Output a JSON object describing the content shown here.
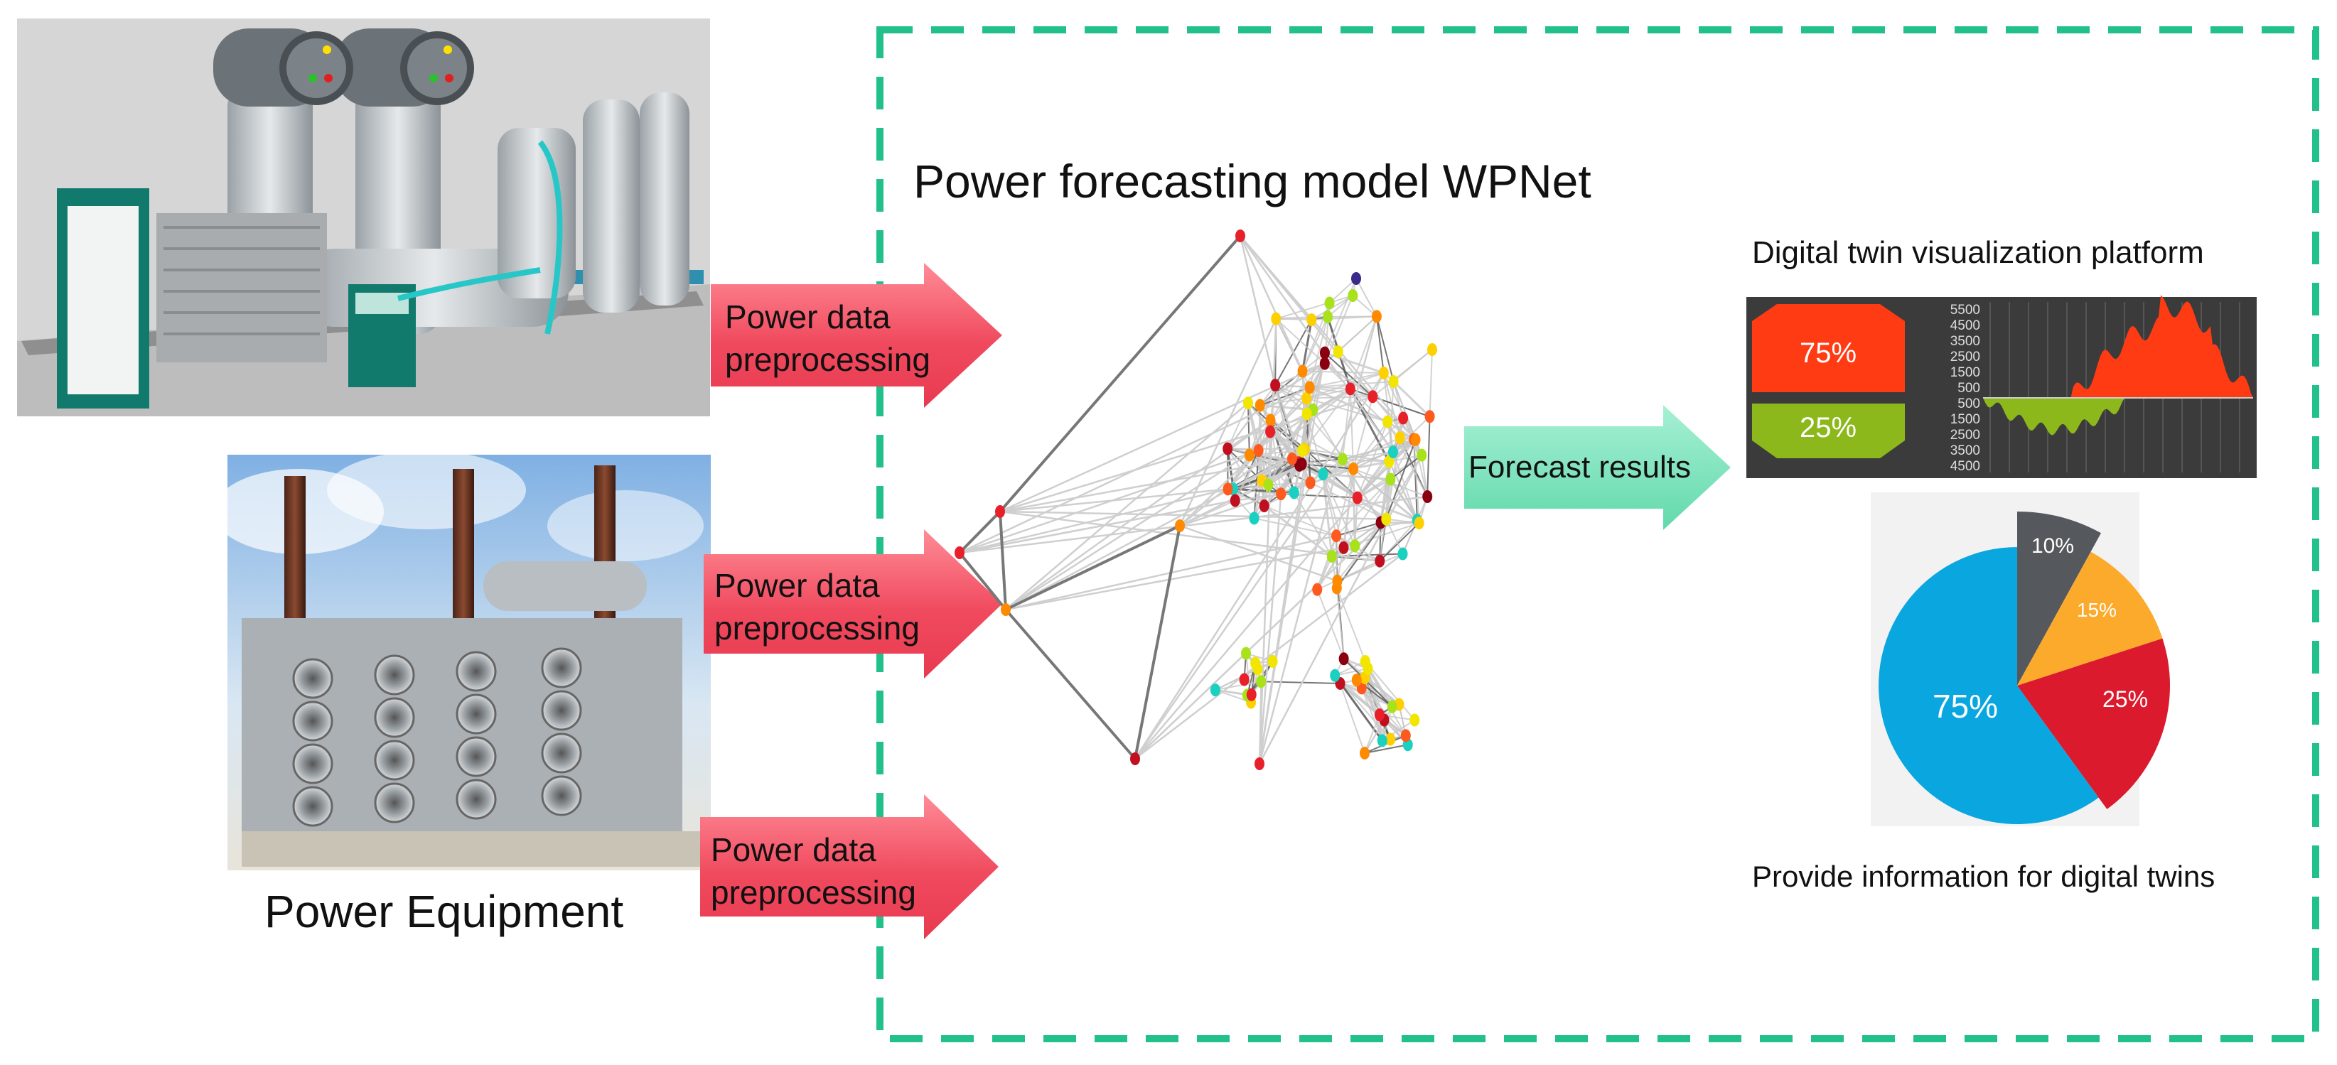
{
  "diagram": {
    "left_caption": "Power Equipment",
    "model_title": "Power forecasting model WPNet",
    "preprocess_arrows": [
      {
        "line1": "Power data",
        "line2": "preprocessing"
      },
      {
        "line1": "Power data",
        "line2": "preprocessing"
      },
      {
        "line1": "Power data",
        "line2": "preprocessing"
      }
    ],
    "forecast_arrow_label": "Forecast results",
    "dashboard_title": "Digital twin visualization platform",
    "dashboard_caption": "Provide information for digital twins",
    "gauge": {
      "top_value": "75%",
      "bottom_value": "25%"
    },
    "wave_axis_ticks": [
      "5500",
      "4500",
      "3500",
      "2500",
      "1500",
      "500",
      "500",
      "1500",
      "2500",
      "3500",
      "4500"
    ],
    "pie_labels": [
      "10%",
      "15%",
      "25%",
      "75%"
    ],
    "colors": {
      "dashed_border": "#22c08a",
      "preprocess_arrow": "#f04a5e",
      "forecast_arrow": "#7fe3bd",
      "gauge_red": "#ff3b14",
      "gauge_green": "#8cb81c",
      "pie_blue": "#0aa6e0",
      "pie_gray": "#55595d",
      "pie_orange": "#fbaa2c",
      "pie_red": "#dc1a2d"
    }
  },
  "chart_data": {
    "type": "pie",
    "categories": [
      "10%",
      "15%",
      "25%",
      "75%"
    ],
    "values": [
      10,
      15,
      25,
      75
    ]
  }
}
